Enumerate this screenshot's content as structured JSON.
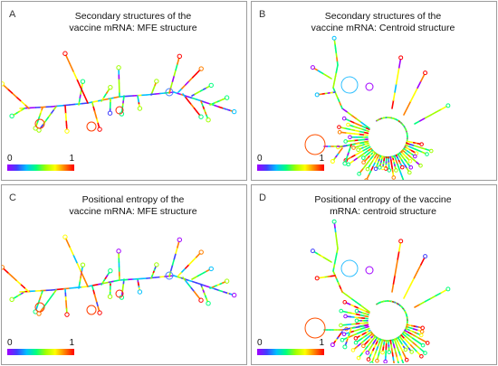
{
  "panels": [
    {
      "letter": "A",
      "title_line1": "Secondary structures of the",
      "title_line2": "vaccine mRNA: MFE structure",
      "scale_min": "0",
      "scale_max": "1"
    },
    {
      "letter": "B",
      "title_line1": "Secondary structures of the",
      "title_line2": "vaccine mRNA: Centroid structure",
      "scale_min": "0",
      "scale_max": "1"
    },
    {
      "letter": "C",
      "title_line1": "Positional entropy of the",
      "title_line2": "vaccine mRNA: MFE structure",
      "scale_min": "0",
      "scale_max": "1"
    },
    {
      "letter": "D",
      "title_line1": "Positional entropy of the vaccine",
      "title_line2": "mRNA: centroid structure",
      "scale_min": "0",
      "scale_max": "1"
    }
  ],
  "colors": {
    "spectrum": [
      "#a000ff",
      "#4040ff",
      "#00c0ff",
      "#00ff80",
      "#a0ff00",
      "#ffff00",
      "#ff8000",
      "#ff0000"
    ],
    "border": "#9c9c9c"
  }
}
